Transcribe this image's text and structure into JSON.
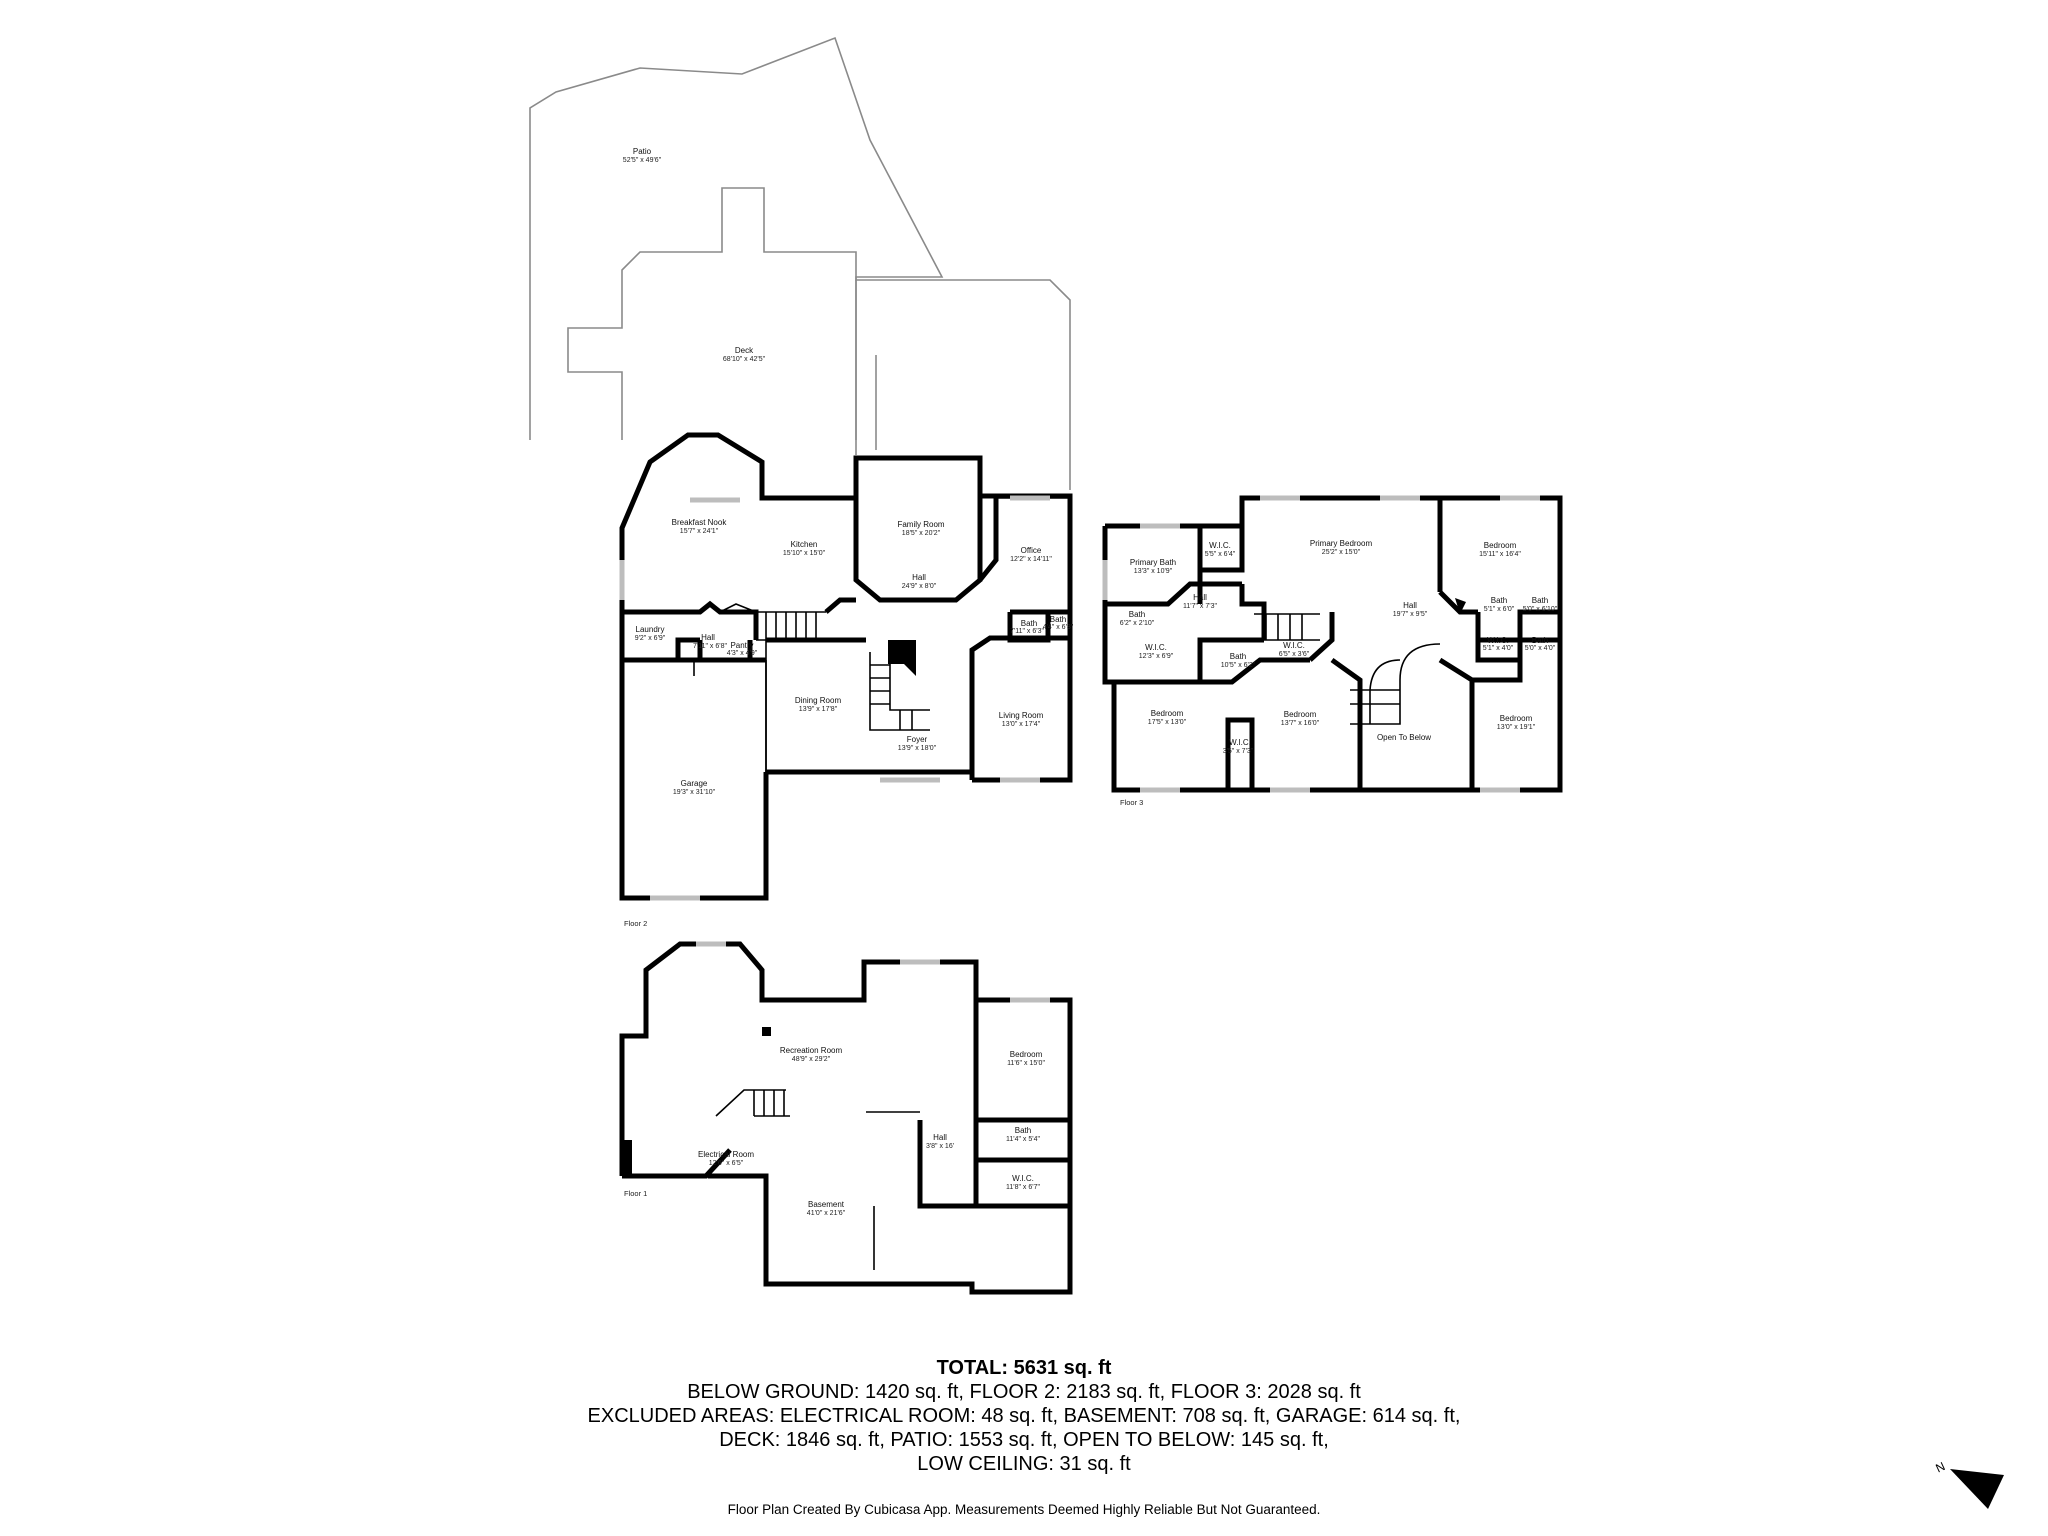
{
  "floor_labels": {
    "floor1": "Floor 1",
    "floor2": "Floor 2",
    "floor3": "Floor 3"
  },
  "rooms": {
    "patio": {
      "name": "Patio",
      "dim": "52'5\" x 49'6\""
    },
    "deck": {
      "name": "Deck",
      "dim": "68'10\" x 42'5\""
    },
    "breakfast_nook": {
      "name": "Breakfast Nook",
      "dim": "15'7\" x 24'1\""
    },
    "kitchen": {
      "name": "Kitchen",
      "dim": "15'10\" x 15'0\""
    },
    "family_room": {
      "name": "Family Room",
      "dim": "18'5\" x 20'2\""
    },
    "office": {
      "name": "Office",
      "dim": "12'2\" x 14'11\""
    },
    "hall_f2": {
      "name": "Hall",
      "dim": "24'9\" x 8'0\""
    },
    "bath_f2a": {
      "name": "Bath",
      "dim": "7'11\" x 6'3\""
    },
    "bath_f2b": {
      "name": "Bath",
      "dim": "4'4\" x 6'3\""
    },
    "laundry": {
      "name": "Laundry",
      "dim": "9'2\" x 6'9\""
    },
    "hall_small_f2": {
      "name": "Hall",
      "dim": "7'11\" x 6'8\""
    },
    "pantry": {
      "name": "Pantry",
      "dim": "4'3\" x 4'9\""
    },
    "dining_room": {
      "name": "Dining Room",
      "dim": "13'9\" x 17'8\""
    },
    "foyer": {
      "name": "Foyer",
      "dim": "13'9\" x 18'0\""
    },
    "living_room": {
      "name": "Living Room",
      "dim": "13'0\" x 17'4\""
    },
    "garage": {
      "name": "Garage",
      "dim": "19'3\" x 31'10\""
    },
    "primary_bath": {
      "name": "Primary Bath",
      "dim": "13'3\" x 10'9\""
    },
    "wic_f3a": {
      "name": "W.I.C.",
      "dim": "5'5\" x 6'4\""
    },
    "primary_bedroom": {
      "name": "Primary Bedroom",
      "dim": "25'2\" x 15'0\""
    },
    "bedroom_f3a": {
      "name": "Bedroom",
      "dim": "15'11\" x 16'4\""
    },
    "bath_f3a": {
      "name": "Bath",
      "dim": "6'2\" x 2'10\""
    },
    "hall_f3a": {
      "name": "Hall",
      "dim": "11'7\" x 7'3\""
    },
    "hall_f3b": {
      "name": "Hall",
      "dim": "19'7\" x 9'5\""
    },
    "bath_f3b": {
      "name": "Bath",
      "dim": "5'1\" x 6'0\""
    },
    "bath_f3c": {
      "name": "Bath",
      "dim": "5'0\" x 6'10\""
    },
    "wic_f3b": {
      "name": "W.I.C.",
      "dim": "12'3\" x 6'9\""
    },
    "bath_f3d": {
      "name": "Bath",
      "dim": "10'5\" x 6'2\""
    },
    "wic_f3c": {
      "name": "W.I.C.",
      "dim": "6'5\" x 3'6\""
    },
    "wic_f3d": {
      "name": "W.I.C.",
      "dim": "5'1\" x 4'0\""
    },
    "bath_f3e": {
      "name": "Bath",
      "dim": "5'0\" x 4'0\""
    },
    "bedroom_f3b": {
      "name": "Bedroom",
      "dim": "17'5\" x 13'0\""
    },
    "wic_f3e": {
      "name": "W.I.C.",
      "dim": "3'5\" x 7'3\""
    },
    "bedroom_f3c": {
      "name": "Bedroom",
      "dim": "13'7\" x 16'0\""
    },
    "open_to_below": {
      "name": "Open To Below",
      "dim": ""
    },
    "bedroom_f3d": {
      "name": "Bedroom",
      "dim": "13'0\" x 19'1\""
    },
    "recreation_room": {
      "name": "Recreation Room",
      "dim": "48'9\" x 29'2\""
    },
    "bedroom_f1": {
      "name": "Bedroom",
      "dim": "11'6\" x 15'0\""
    },
    "hall_f1": {
      "name": "Hall",
      "dim": "3'8\" x 16'"
    },
    "bath_f1": {
      "name": "Bath",
      "dim": "11'4\" x 5'4\""
    },
    "wic_f1": {
      "name": "W.I.C.",
      "dim": "11'8\" x 6'7\""
    },
    "electrical_room": {
      "name": "Electrical Room",
      "dim": "12'6\" x 6'5\""
    },
    "basement": {
      "name": "Basement",
      "dim": "41'0\" x 21'6\""
    }
  },
  "summary": {
    "total": "TOTAL: 5631 sq. ft",
    "line1": "BELOW GROUND: 1420 sq. ft, FLOOR 2: 2183 sq. ft, FLOOR 3: 2028 sq. ft",
    "line2": "EXCLUDED AREAS: ELECTRICAL ROOM: 48 sq. ft, BASEMENT: 708 sq. ft, GARAGE: 614 sq. ft,",
    "line3": "DECK: 1846 sq. ft, PATIO: 1553 sq. ft, OPEN TO BELOW: 145 sq. ft,",
    "line4": "LOW CEILING: 31 sq. ft"
  },
  "credit": "Floor Plan Created By Cubicasa App. Measurements Deemed Highly Reliable But Not Guaranteed.",
  "compass": {
    "label": "N",
    "icon": "north-arrow-icon"
  }
}
